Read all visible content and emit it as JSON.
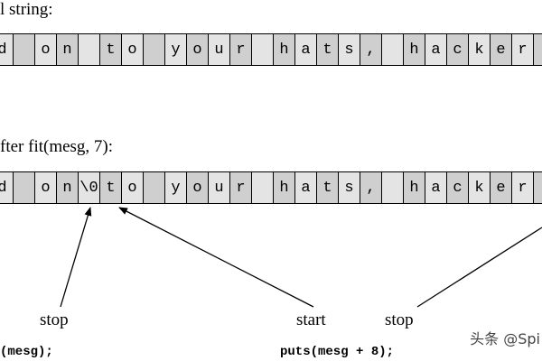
{
  "captions": {
    "original": "l string:",
    "after": "fter fit(mesg, 7):"
  },
  "strips": {
    "original": [
      "d",
      " ",
      "o",
      "n",
      " ",
      "t",
      "o",
      " ",
      "y",
      "o",
      "u",
      "r",
      " ",
      "h",
      "a",
      "t",
      "s",
      ",",
      " ",
      "h",
      "a",
      "c",
      "k",
      "e",
      "r",
      ""
    ],
    "after": [
      "d",
      " ",
      "o",
      "n",
      "\\0",
      "t",
      "o",
      " ",
      "y",
      "o",
      "u",
      "r",
      " ",
      "h",
      "a",
      "t",
      "s",
      ",",
      " ",
      "h",
      "a",
      "c",
      "k",
      "e",
      "r",
      ""
    ]
  },
  "labels": {
    "stop_left": "stop",
    "start": "start",
    "stop_right": "stop"
  },
  "code": {
    "left": "(mesg);",
    "right": "puts(mesg + 8);"
  },
  "watermark": "头条 @Spi"
}
